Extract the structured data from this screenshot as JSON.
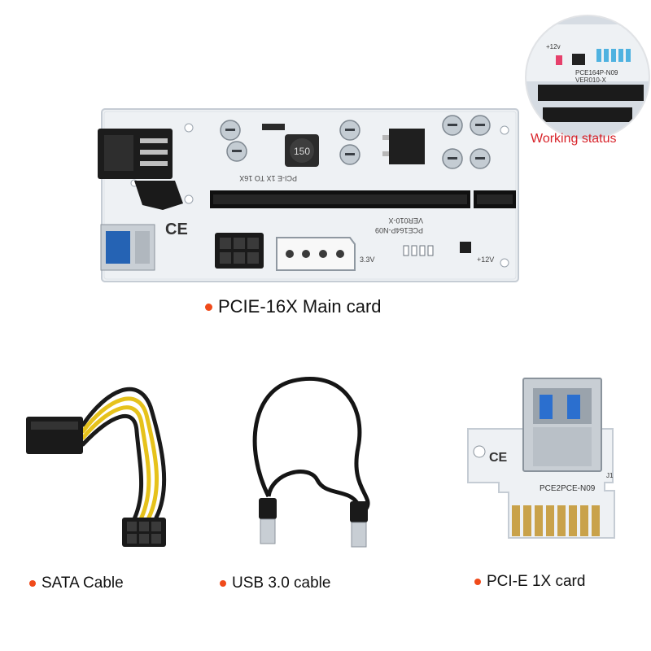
{
  "captions": {
    "main_card": "PCIE-16X Main card",
    "sata_cable": "SATA Cable",
    "usb_cable": "USB 3.0 cable",
    "pcie_1x_card": "PCI-E 1X card",
    "working_status": "Working status"
  },
  "board_markings": {
    "main_model": "PCE164P-N09",
    "main_version": "VER010-X",
    "main_slot_text": "PCI-E 1X TO 16X",
    "inductor": "150",
    "volt_33": "3.3V",
    "volt_12": "+12V",
    "status_volt": "+12v",
    "status_model": "PCE164P-N09",
    "status_version": "VER010-X",
    "riser_model": "PCE2PCE-N09",
    "riser_j1": "J1",
    "ce_mark": "CE"
  },
  "colors": {
    "accent_dot": "#f04a1a",
    "status_text": "#d8232a",
    "pcb": "#eef1f4",
    "gold": "#c9a24a"
  }
}
